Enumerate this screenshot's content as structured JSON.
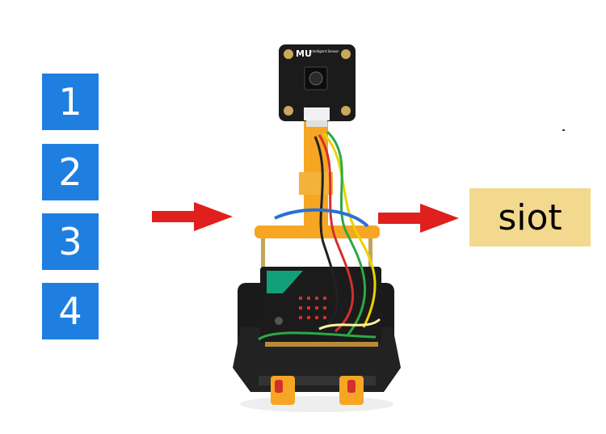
{
  "boxes": [
    {
      "label": "1"
    },
    {
      "label": "2"
    },
    {
      "label": "3"
    },
    {
      "label": "4"
    }
  ],
  "target": {
    "label": "siot"
  },
  "colors": {
    "box_blue": "#1e7fe0",
    "target_bg": "#f3d98d",
    "arrow_red": "#e0201c",
    "bracket_orange": "#f6a623"
  },
  "robot": {
    "sensor_brand": "MU",
    "sensor_text": "Intelligent Sensor"
  }
}
